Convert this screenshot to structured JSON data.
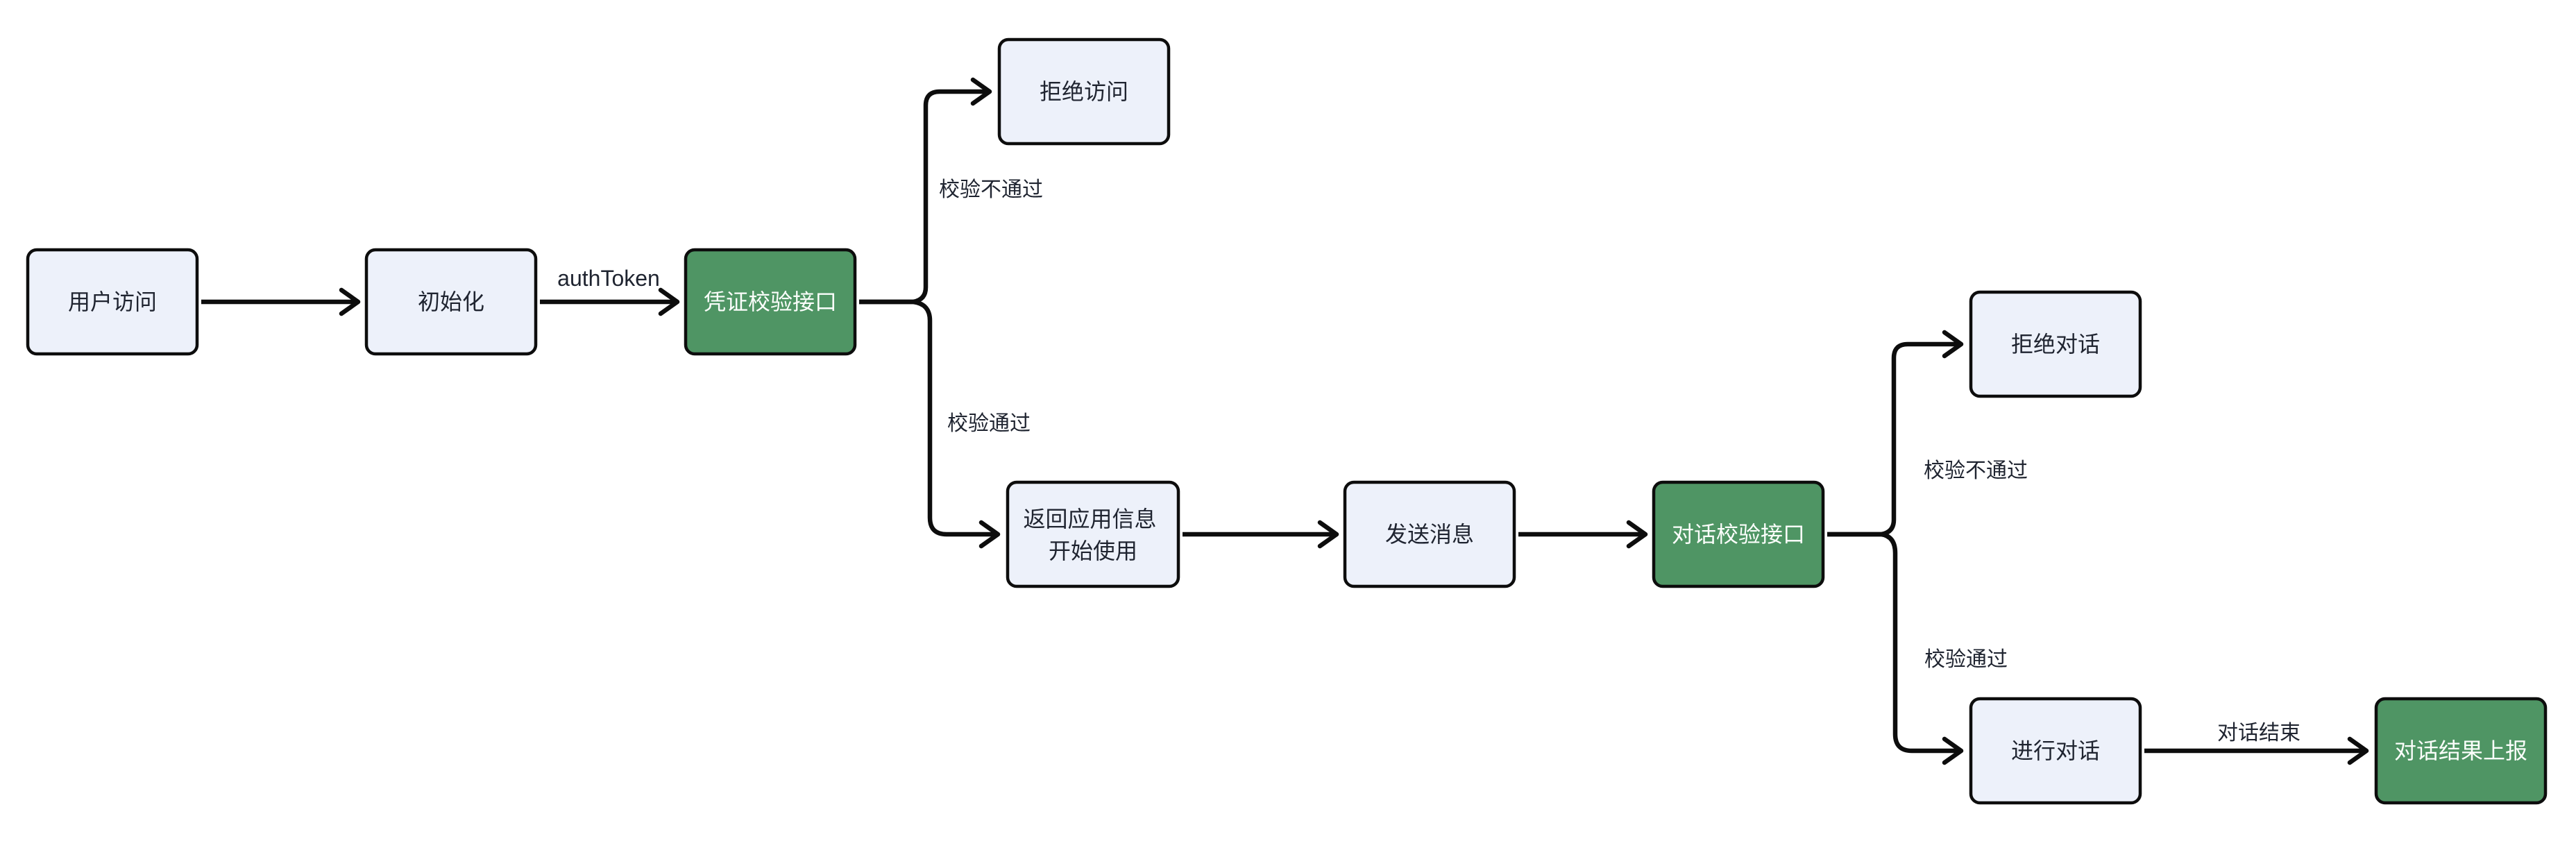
{
  "diagram": {
    "type": "flowchart",
    "language": "zh-CN",
    "background": "#ffffff",
    "colors": {
      "background": "#ffffff",
      "node_fill": "#edf1fa",
      "node_stroke": "#0d0d0d",
      "accent_fill": "#4f9564",
      "accent_text": "#fbfefb",
      "node_text": "#1f2430",
      "edge_stroke": "#0d0d0d",
      "label_text": "#1f2430"
    },
    "nodes": [
      {
        "id": "user-access",
        "label": "用户访问",
        "style": "default"
      },
      {
        "id": "init",
        "label": "初始化",
        "style": "default"
      },
      {
        "id": "credential-check-api",
        "label": "凭证校验接口",
        "style": "accent"
      },
      {
        "id": "deny-access",
        "label": "拒绝访问",
        "style": "default"
      },
      {
        "id": "return-app-info",
        "label_line1": "返回应用信息",
        "label_line2": "开始使用",
        "style": "default"
      },
      {
        "id": "send-message",
        "label": "发送消息",
        "style": "default"
      },
      {
        "id": "dialog-check-api",
        "label": "对话校验接口",
        "style": "accent"
      },
      {
        "id": "deny-dialog",
        "label": "拒绝对话",
        "style": "default"
      },
      {
        "id": "conduct-dialog",
        "label": "进行对话",
        "style": "default"
      },
      {
        "id": "dialog-result-report",
        "label": "对话结果上报",
        "style": "accent"
      }
    ],
    "edge_labels": {
      "auth_token": "authToken",
      "check_fail_1": "校验不通过",
      "check_pass_1": "校验通过",
      "check_fail_2": "校验不通过",
      "check_pass_2": "校验通过",
      "dialog_end": "对话结束"
    },
    "edges": [
      {
        "from": "user-access",
        "to": "init",
        "label": ""
      },
      {
        "from": "init",
        "to": "credential-check-api",
        "label": "authToken"
      },
      {
        "from": "credential-check-api",
        "to": "deny-access",
        "label": "校验不通过"
      },
      {
        "from": "credential-check-api",
        "to": "return-app-info",
        "label": "校验通过"
      },
      {
        "from": "return-app-info",
        "to": "send-message",
        "label": ""
      },
      {
        "from": "send-message",
        "to": "dialog-check-api",
        "label": ""
      },
      {
        "from": "dialog-check-api",
        "to": "deny-dialog",
        "label": "校验不通过"
      },
      {
        "from": "dialog-check-api",
        "to": "conduct-dialog",
        "label": "校验通过"
      },
      {
        "from": "conduct-dialog",
        "to": "dialog-result-report",
        "label": "对话结束"
      }
    ]
  }
}
